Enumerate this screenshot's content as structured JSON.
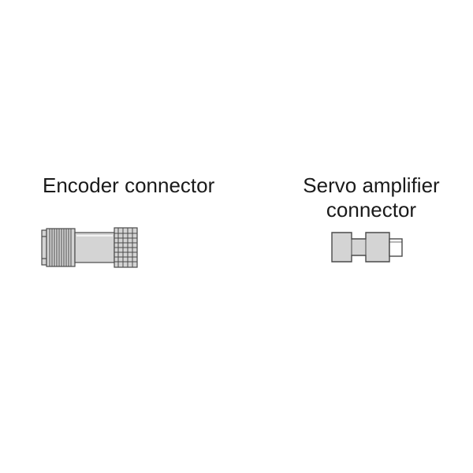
{
  "encoder": {
    "label": "Encoder connector",
    "icon": "encoder-connector-icon"
  },
  "servo": {
    "label_line1": "Servo amplifier",
    "label_line2": "connector",
    "icon": "servo-amplifier-connector-icon"
  },
  "colors": {
    "background": "#ffffff",
    "connector_fill": "#d4d4d4",
    "connector_stroke": "#4a4a4a",
    "text": "#1a1a1a"
  }
}
